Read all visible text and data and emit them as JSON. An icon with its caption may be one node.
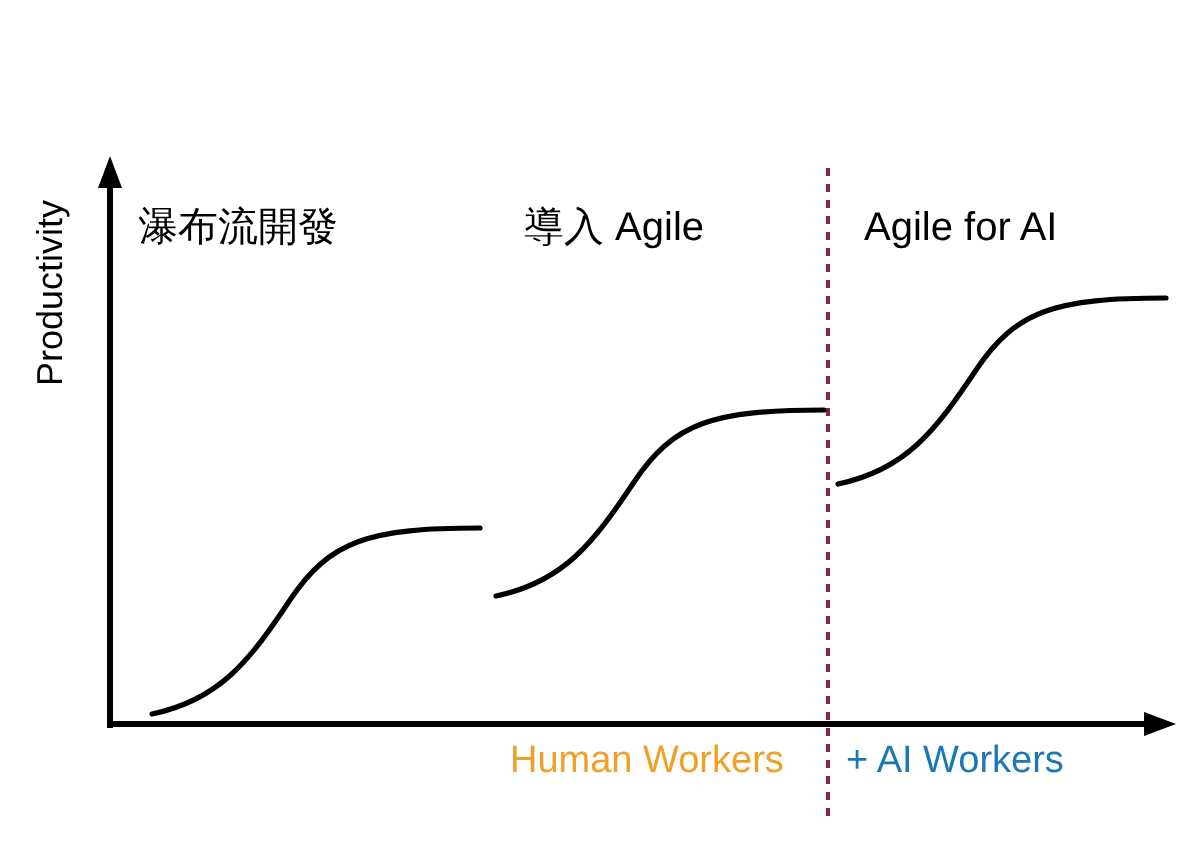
{
  "diagram": {
    "labels": [
      "Productivity",
      "瀑布流開發",
      "導入 Agile",
      "Agile for AI",
      "Human Workers",
      "+ AI Workers"
    ]
  }
}
